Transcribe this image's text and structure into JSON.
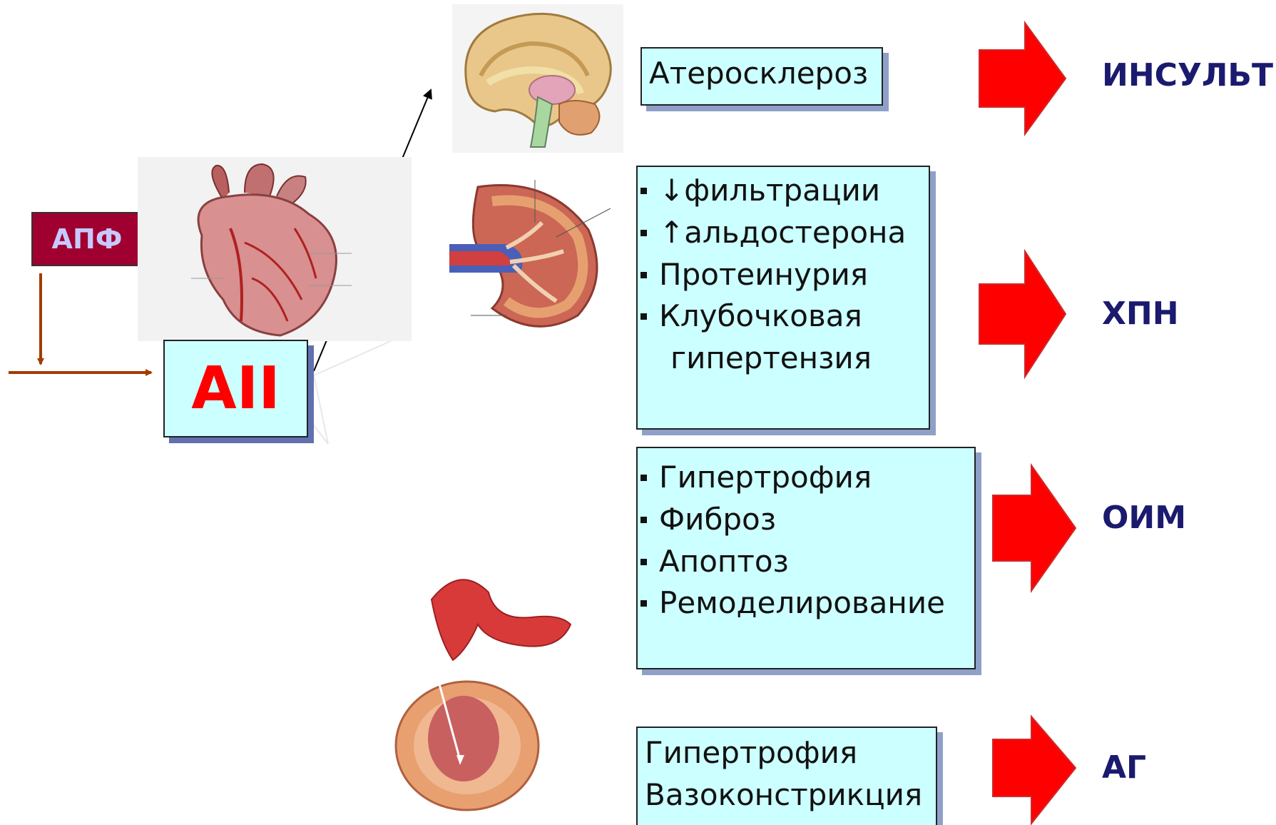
{
  "ace": {
    "label": "АПФ"
  },
  "angiotensin": {
    "label": "AII"
  },
  "brain": {
    "text": "Атеросклероз",
    "outcome": "ИНСУЛЬТ"
  },
  "kidney": {
    "items": [
      "↓фильтрации",
      "↑альдостерона",
      "Протеинурия",
      "Клубочковая"
    ],
    "continuation": "гипертензия",
    "outcome": "ХПН"
  },
  "heart": {
    "items": [
      "Гипертрофия",
      "Фиброз",
      "Апоптоз",
      "Ремоделирование"
    ],
    "outcome": "ОИМ"
  },
  "vessel": {
    "lines": [
      "Гипертрофия",
      "Вазоконстрикция"
    ],
    "outcome": "АГ"
  },
  "colors": {
    "ace_box": "#a00030",
    "ace_text": "#c8c8ff",
    "angiotensin_text": "#ff0000",
    "text_box_fill": "#ccffff",
    "outcome_arrow": "#ff0000",
    "outcome_text": "#1a1a6e",
    "flow_line": "#a03c00"
  }
}
